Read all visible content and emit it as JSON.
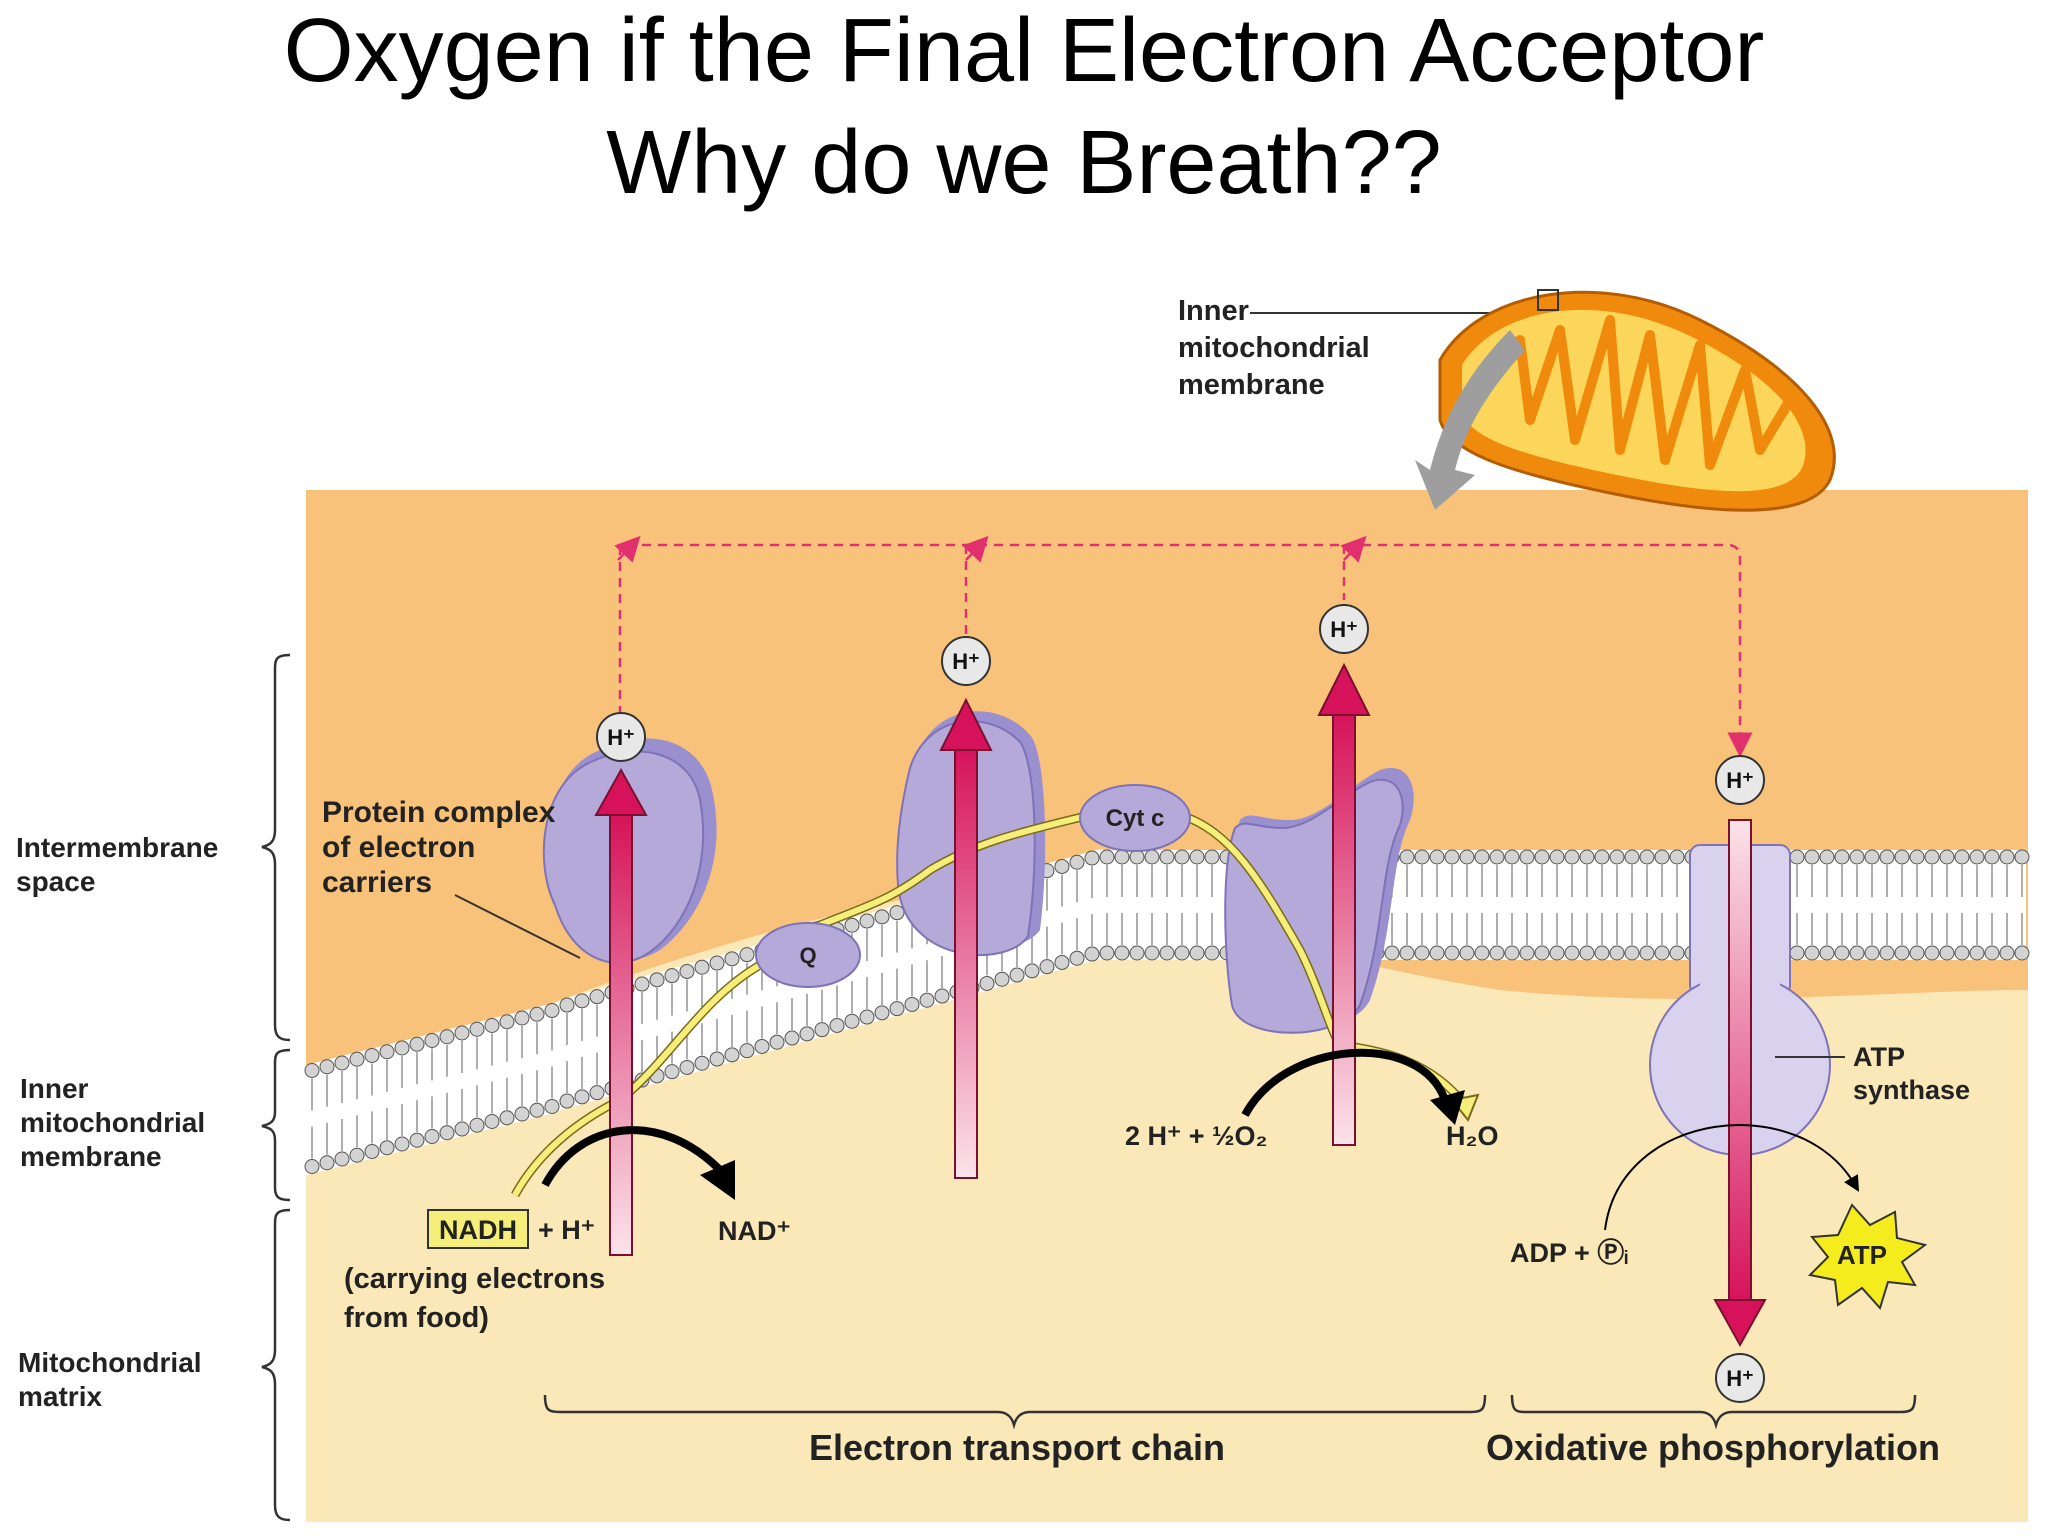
{
  "slide": {
    "title_line1": "Oxygen if the Final Electron Acceptor",
    "title_line2": "Why do we Breath??"
  },
  "colors": {
    "intermembrane": "#f9c27b",
    "matrix": "#fae8b8",
    "protein": "#b4a9d8",
    "proton_arrow": "#d6135a",
    "electron_path": "#f6ee7a",
    "mitochondrion_outer": "#f08a0c",
    "mitochondrion_inner": "#fcd65a"
  },
  "labels": {
    "inner_membrane_inset": [
      "Inner",
      "mitochondrial",
      "membrane"
    ],
    "intermembrane_space": [
      "Intermembrane",
      "space"
    ],
    "inner_membrane_side": [
      "Inner",
      "mitochondrial",
      "membrane"
    ],
    "matrix": [
      "Mitochondrial",
      "matrix"
    ],
    "protein_complex": [
      "Protein complex",
      "of electron",
      "carriers"
    ],
    "q": "Q",
    "cyt_c": "Cyt c",
    "atp_synthase": [
      "ATP",
      "synthase"
    ],
    "nadh": "NADH",
    "nadh_plus": "+ H⁺",
    "carrying": [
      "(carrying electrons",
      "from food)"
    ],
    "nad": "NAD⁺",
    "oxygen_reactant": "2 H⁺ + ½O₂",
    "water": "H₂O",
    "adp": "ADP + Ⓟᵢ",
    "atp": "ATP",
    "h_plus": "H⁺",
    "etc": "Electron transport chain",
    "oxphos": "Oxidative phosphorylation"
  }
}
